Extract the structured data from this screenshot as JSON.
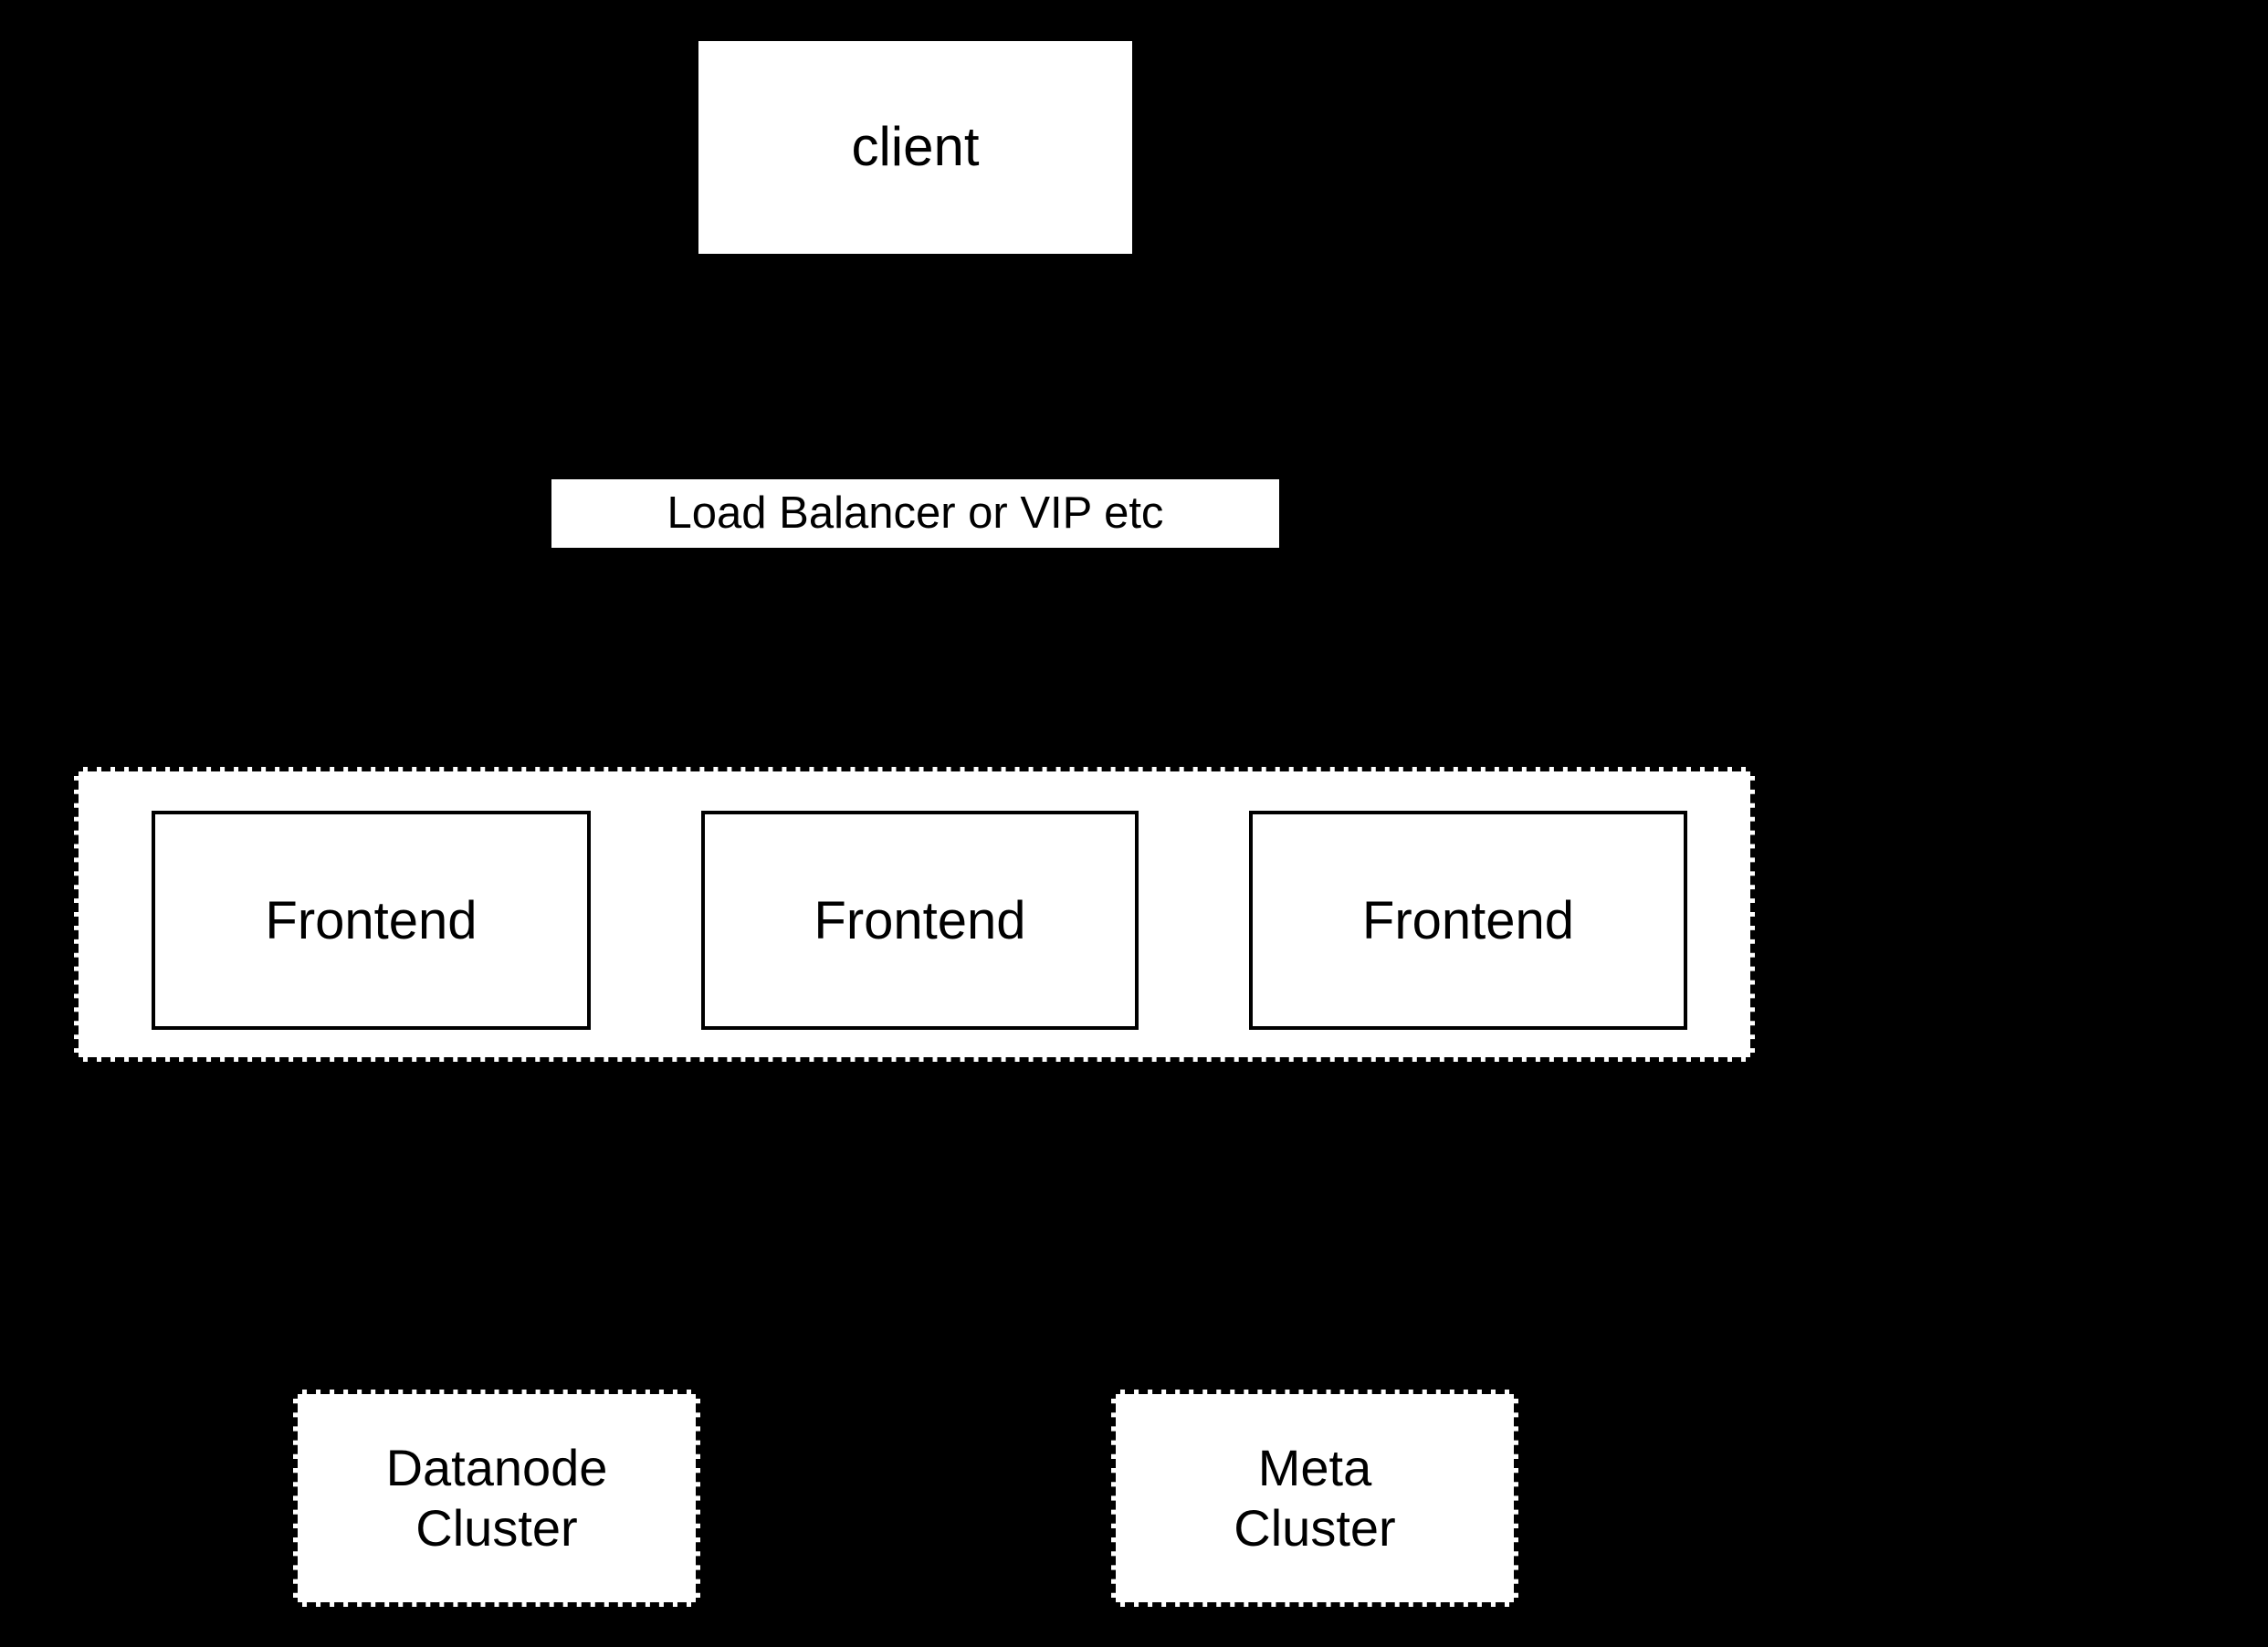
{
  "diagram": {
    "type": "architecture-block-diagram",
    "background_color": "#000000",
    "node_fill_color": "#ffffff",
    "node_text_color": "#000000",
    "nodes": [
      {
        "id": "client",
        "label": "client",
        "shape": "rectangle",
        "border": "none",
        "layer": "client"
      },
      {
        "id": "load-balancer",
        "label": "Load Balancer or VIP etc",
        "shape": "rectangle",
        "border": "none",
        "layer": "routing"
      },
      {
        "id": "frontend-group",
        "label": "",
        "shape": "rectangle",
        "border": "dashed",
        "layer": "frontend"
      },
      {
        "id": "frontend-1",
        "label": "Frontend",
        "shape": "rectangle",
        "border": "solid",
        "layer": "frontend"
      },
      {
        "id": "frontend-2",
        "label": "Frontend",
        "shape": "rectangle",
        "border": "solid",
        "layer": "frontend"
      },
      {
        "id": "frontend-3",
        "label": "Frontend",
        "shape": "rectangle",
        "border": "solid",
        "layer": "frontend"
      },
      {
        "id": "datanode-cluster",
        "label": "Datanode\nCluster",
        "shape": "rectangle",
        "border": "dashed",
        "layer": "storage"
      },
      {
        "id": "meta-cluster",
        "label": "Meta\nCluster",
        "shape": "rectangle",
        "border": "dashed",
        "layer": "storage"
      }
    ]
  },
  "labels": {
    "client": "client",
    "load_balancer": "Load Balancer or VIP etc",
    "frontend_1": "Frontend",
    "frontend_2": "Frontend",
    "frontend_3": "Frontend",
    "datanode_cluster": "Datanode\nCluster",
    "meta_cluster": "Meta\nCluster"
  }
}
